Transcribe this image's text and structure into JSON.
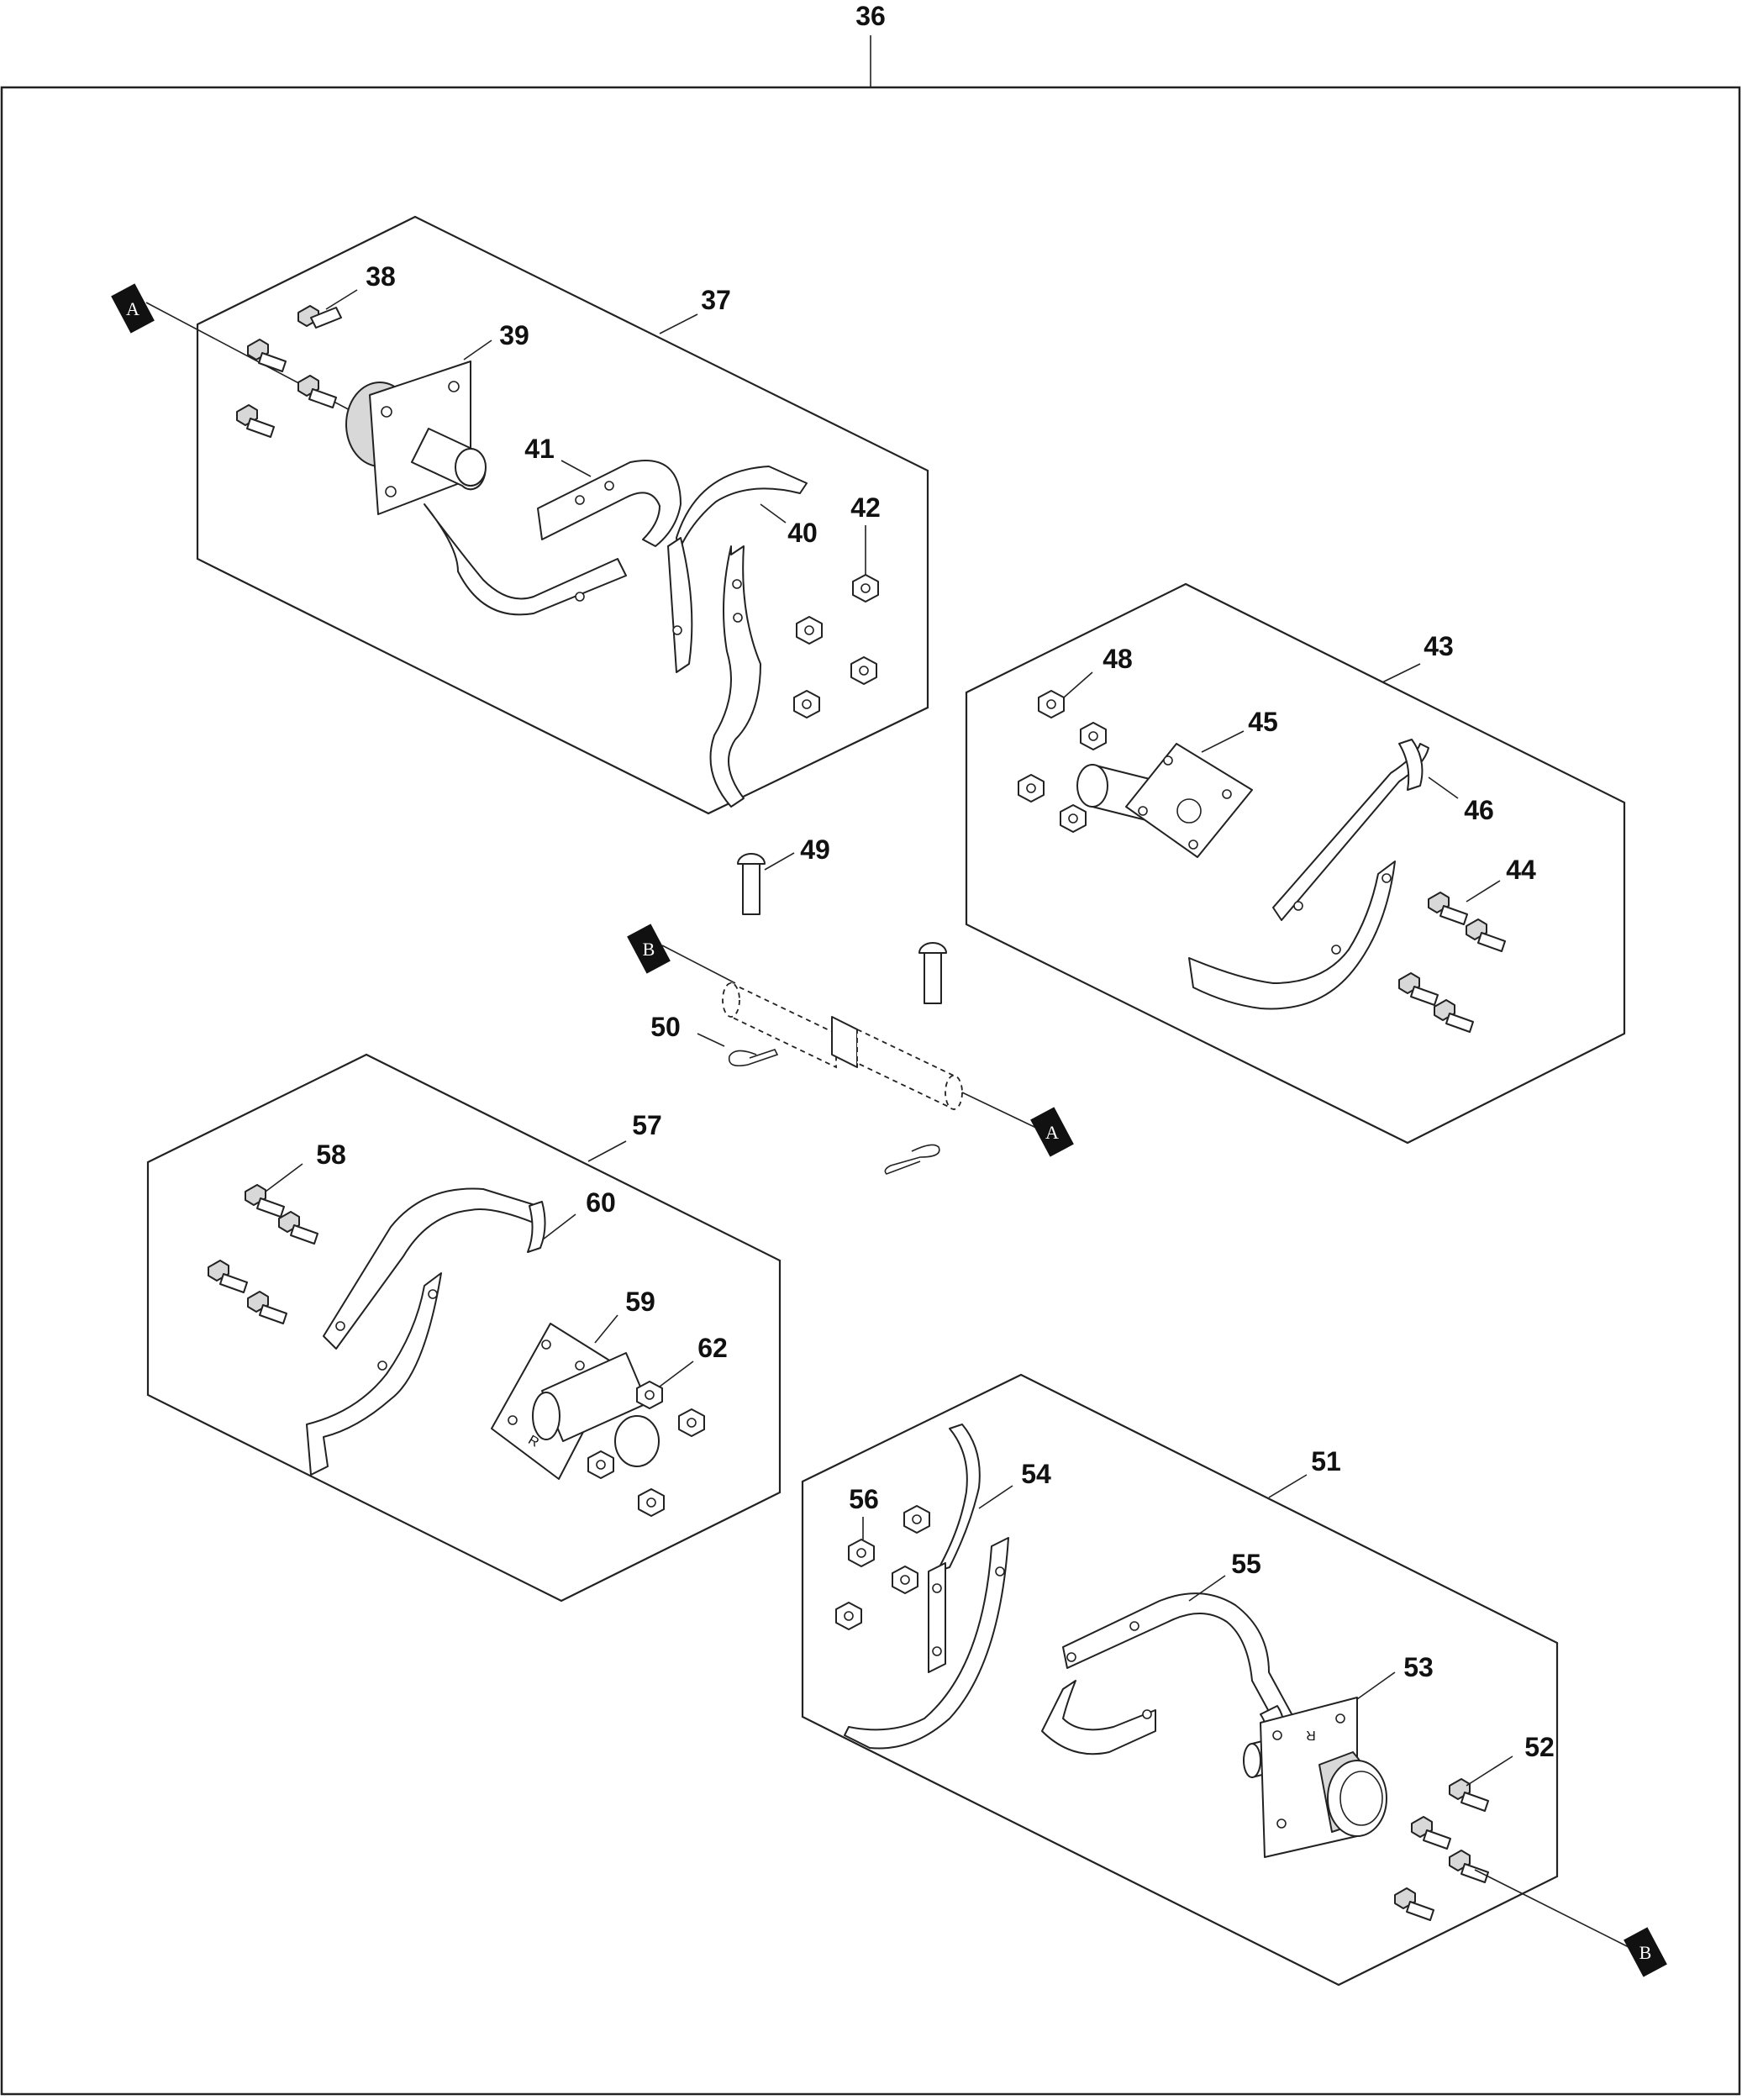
{
  "assembly_number": "36",
  "ref_marks": {
    "a": "A",
    "b": "B"
  },
  "embossed": {
    "right_flange": "R"
  },
  "callouts": {
    "c37": "37",
    "c38": "38",
    "c39": "39",
    "c40": "40",
    "c41": "41",
    "c42": "42",
    "c43": "43",
    "c44": "44",
    "c45": "45",
    "c46": "46",
    "c48": "48",
    "c49": "49",
    "c50": "50",
    "c51": "51",
    "c52": "52",
    "c53": "53",
    "c54": "54",
    "c55": "55",
    "c56": "56",
    "c57": "57",
    "c58": "58",
    "c59": "59",
    "c60": "60",
    "c62": "62"
  }
}
